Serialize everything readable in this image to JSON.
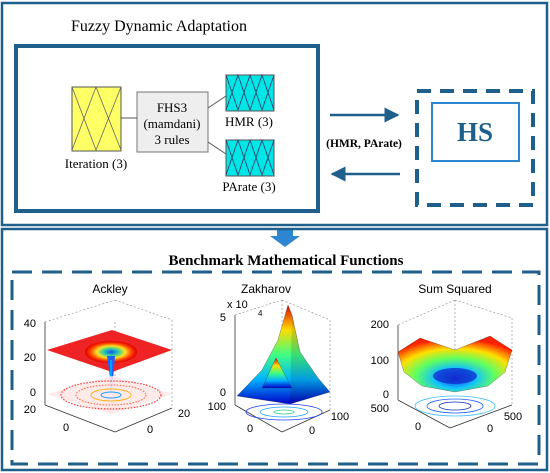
{
  "top_section": {
    "title": "Fuzzy Dynamic Adaptation",
    "fis": {
      "input_label": "Iteration (3)",
      "system_lines": [
        "FHS3",
        "(mamdani)",
        "3 rules"
      ],
      "output1_label": "HMR (3)",
      "output2_label": "PArate (3)"
    },
    "arrow_label": "(HMR, PArate)",
    "hs_label": "HS"
  },
  "bottom_section": {
    "title": "Benchmark Mathematical Functions",
    "plots": [
      {
        "name": "Ackley",
        "z_ticks": [
          "40",
          "20",
          "0"
        ],
        "x_ticks": [
          "20",
          "0"
        ],
        "y_ticks": [
          "20",
          "0"
        ]
      },
      {
        "name": "Zakharov",
        "exponent_base": "x 10",
        "exponent": "4",
        "z_ticks": [
          "5",
          "0"
        ],
        "x_ticks": [
          "100",
          "0"
        ],
        "y_ticks": [
          "100",
          "0"
        ]
      },
      {
        "name": "Sum Squared",
        "z_ticks": [
          "200",
          "100",
          "0"
        ],
        "x_ticks": [
          "500",
          "0"
        ],
        "y_ticks": [
          "500",
          "0"
        ]
      }
    ]
  },
  "colors": {
    "frame_blue": "#1f5f8b",
    "arrow_blue": "#2e86d1",
    "membership_yellow": "#ffff66",
    "membership_cyan": "#00e5e5",
    "system_grey": "#eeeeee"
  }
}
